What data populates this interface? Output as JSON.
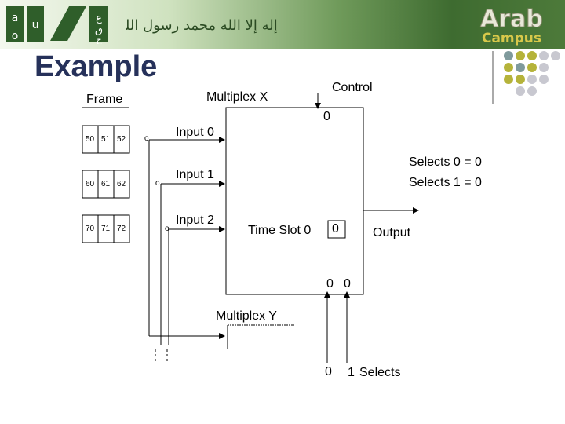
{
  "banner": {
    "left_logo_glyphs": [
      "a",
      "o",
      "u",
      "ع",
      "ق",
      "ج"
    ],
    "calligraphy": "لا إله إلا الله محمد رسول الله",
    "brand_top": "Arab",
    "brand_bottom": "Campus"
  },
  "slide": {
    "title": "Example",
    "frame_label": "Frame",
    "multiplex_x_label": "Multiplex X",
    "control_label": "Control",
    "control_value": "0",
    "inputs": [
      "Input 0",
      "Input 1",
      "Input 2"
    ],
    "frame_rows": [
      [
        "50",
        "51",
        "52"
      ],
      [
        "60",
        "61",
        "62"
      ],
      [
        "70",
        "71",
        "72"
      ]
    ],
    "row_end_marks": [
      "o",
      "o",
      "o"
    ],
    "selects_0": "Selects 0 = 0",
    "selects_1": "Selects 1 = 0",
    "time_slot_label": "Time Slot 0",
    "time_slot_value": "0",
    "output_label": "Output",
    "bottom_values": [
      "0",
      "0"
    ],
    "multiplex_y_label": "Multiplex Y",
    "selects_bottom_0": "0",
    "selects_bottom_1": "1",
    "selects_label": "Selects"
  },
  "colors": {
    "title": "#26315a",
    "banner_dark": "#3e6b30",
    "dot_olive": "#b5b33a",
    "dot_teal": "#7f9a9c",
    "dot_grey": "#c8c8d0"
  }
}
